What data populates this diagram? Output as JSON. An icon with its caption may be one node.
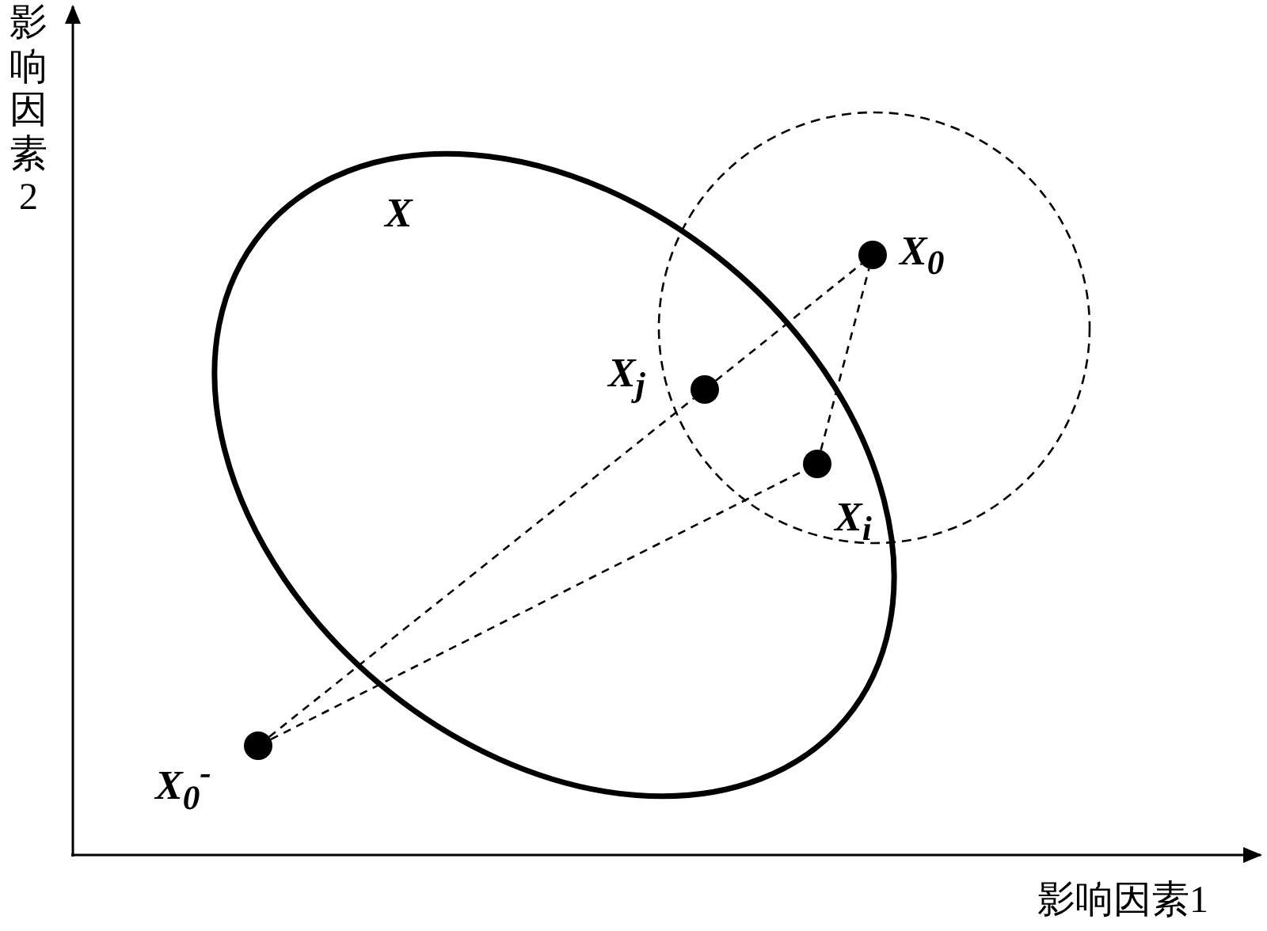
{
  "diagram": {
    "nodes": [
      {
        "text": [],
        "shape": "circle",
        "beside": [
          "X$_{0}$"
        ]
      },
      {
        "text": [],
        "shape": "circle",
        "beside": [
          "X$_{j}$"
        ]
      },
      {
        "text": [],
        "shape": "circle",
        "beside": [
          "X$_{i}$"
        ]
      },
      {
        "text": [],
        "shape": "circle",
        "beside": [
          "X$_{0}$$^{-}$"
        ]
      }
    ],
    "edges": [
      {
        "from": 3,
        "to": 1,
        "arrow": "none",
        "style": "dashed"
      },
      {
        "from": 3,
        "to": 2,
        "arrow": "none",
        "style": "dashed"
      },
      {
        "from": 1,
        "to": 0,
        "arrow": "none",
        "style": "dashed"
      },
      {
        "from": 2,
        "to": 0,
        "arrow": "none",
        "style": "dashed"
      }
    ],
    "labels": [
      "影响因素2",
      "X",
      "影响因素1"
    ]
  }
}
